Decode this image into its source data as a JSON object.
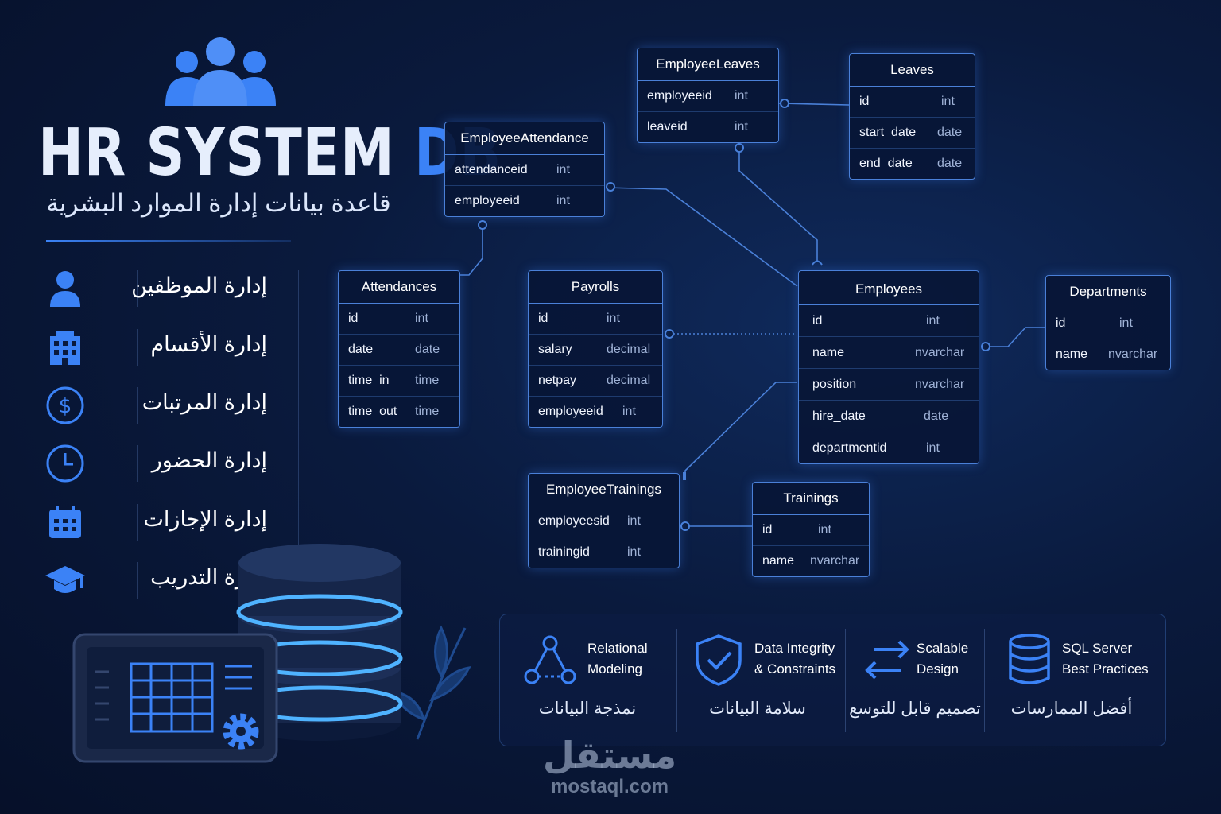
{
  "header": {
    "title_main": "HR SYSTEM",
    "title_accent": "DB",
    "subtitle": "قاعدة بيانات إدارة الموارد البشرية"
  },
  "menu": [
    {
      "label": "إدارة الموظفين",
      "icon": "person-icon"
    },
    {
      "label": "إدارة الأقسام",
      "icon": "building-icon"
    },
    {
      "label": "إدارة المرتبات",
      "icon": "dollar-icon"
    },
    {
      "label": "إدارة الحضور",
      "icon": "clock-icon"
    },
    {
      "label": "إدارة الإجازات",
      "icon": "calendar-icon"
    },
    {
      "label": "إدارة التدريب",
      "icon": "graduation-cap-icon"
    }
  ],
  "tables": {
    "employee_leaves": {
      "name": "EmployeeLeaves",
      "fields": [
        [
          "employeeid",
          "int"
        ],
        [
          "leaveid",
          "int"
        ]
      ]
    },
    "leaves": {
      "name": "Leaves",
      "fields": [
        [
          "id",
          "int"
        ],
        [
          "start_date",
          "date"
        ],
        [
          "end_date",
          "date"
        ]
      ]
    },
    "employee_attendance": {
      "name": "EmployeeAttendance",
      "fields": [
        [
          "attendanceid",
          "int"
        ],
        [
          "employeeid",
          "int"
        ]
      ]
    },
    "attendances": {
      "name": "Attendances",
      "fields": [
        [
          "id",
          "int"
        ],
        [
          "date",
          "date"
        ],
        [
          "time_in",
          "time"
        ],
        [
          "time_out",
          "time"
        ]
      ]
    },
    "payrolls": {
      "name": "Payrolls",
      "fields": [
        [
          "id",
          "int"
        ],
        [
          "salary",
          "decimal"
        ],
        [
          "netpay",
          "decimal"
        ],
        [
          "employeeid",
          "int"
        ]
      ]
    },
    "employees": {
      "name": "Employees",
      "fields": [
        [
          "id",
          "int"
        ],
        [
          "name",
          "nvarchar"
        ],
        [
          "position",
          "nvarchar"
        ],
        [
          "hire_date",
          "date"
        ],
        [
          "departmentid",
          "int"
        ]
      ]
    },
    "departments": {
      "name": "Departments",
      "fields": [
        [
          "id",
          "int"
        ],
        [
          "name",
          "nvarchar"
        ]
      ]
    },
    "employee_trainings": {
      "name": "EmployeeTrainings",
      "fields": [
        [
          "employeesid",
          "int"
        ],
        [
          "trainingid",
          "int"
        ]
      ]
    },
    "trainings": {
      "name": "Trainings",
      "fields": [
        [
          "id",
          "int"
        ],
        [
          "name",
          "nvarchar"
        ]
      ]
    }
  },
  "features": [
    {
      "en": "Relational\nModeling",
      "ar": "نمذجة البيانات",
      "icon": "relational-nodes-icon"
    },
    {
      "en": "Data Integrity\n& Constraints",
      "ar": "سلامة البيانات",
      "icon": "shield-check-icon"
    },
    {
      "en": "Scalable\nDesign",
      "ar": "تصميم قابل للتوسع",
      "icon": "arrows-exchange-icon"
    },
    {
      "en": "SQL Server\nBest Practices",
      "ar": "أفضل الممارسات",
      "icon": "database-icon"
    }
  ],
  "watermark": {
    "arabic": "مستقل",
    "latin": "mostaql.com"
  },
  "colors": {
    "accent": "#3b82f6",
    "background": "#0a1a3d",
    "border": "#4a80d8"
  }
}
